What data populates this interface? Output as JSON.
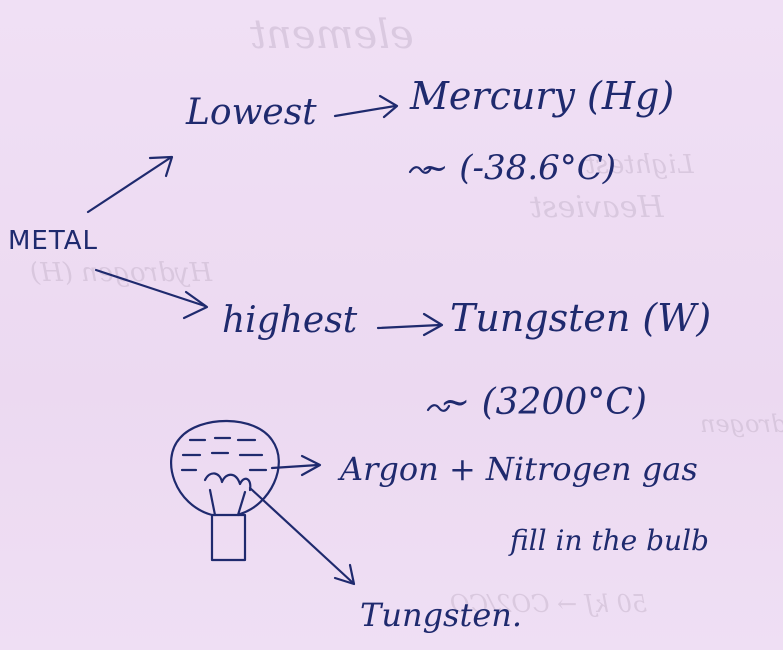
{
  "notes": {
    "metal": "METAL",
    "lowest_label": "Lowest",
    "lowest_element": "Mercury (Hg)",
    "lowest_temp": "~ (-38.6°C)",
    "highest_label": "highest",
    "highest_element": "Tungsten (W)",
    "highest_temp": "~ (3200°C)",
    "bulb_gas_line1": "Argon + Nitrogen gas",
    "bulb_gas_line2": "fill in the bulb",
    "filament_label": "Tungsten."
  },
  "show_through": {
    "line1": "element",
    "line2": "Heaviest",
    "line3": "Lightest",
    "line4": "Hydrogen (H)",
    "line5": "Hydrogen",
    "line6": "50 kJ → CO2/CO"
  },
  "colors": {
    "paper": "#eedcf3",
    "ink": "#1f2a6e",
    "show_through": "#c9b8cf"
  }
}
